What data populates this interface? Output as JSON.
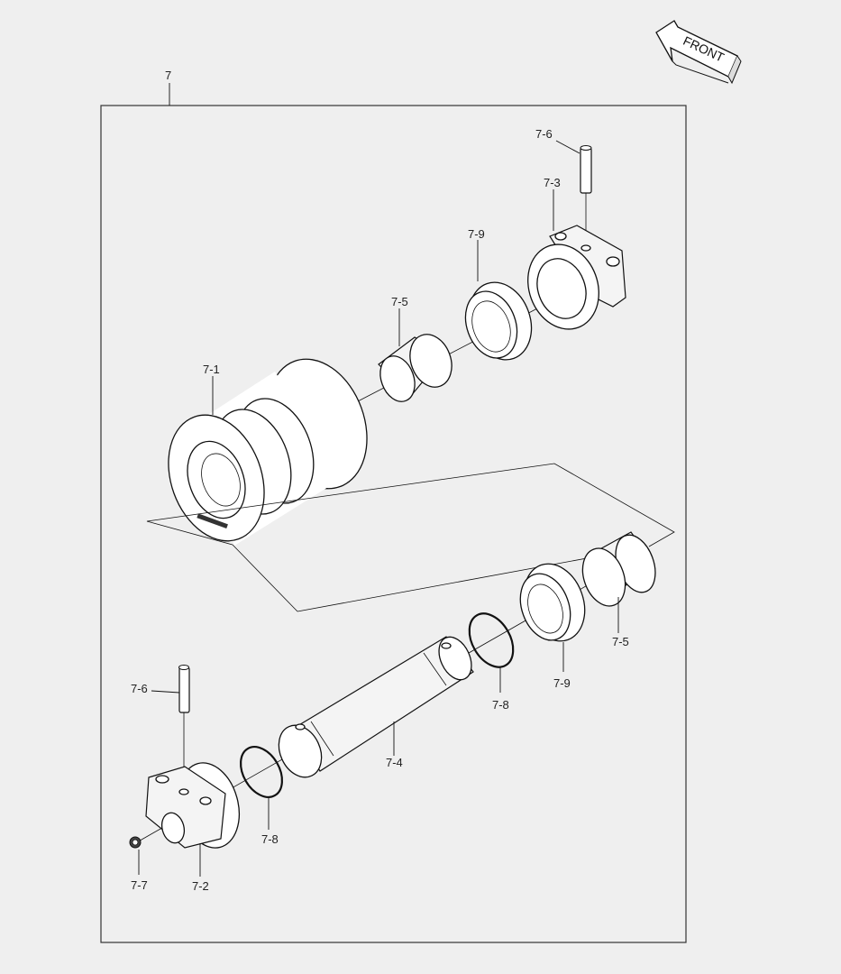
{
  "assembly_label": "7",
  "front_label": "FRONT",
  "parts": {
    "p7_1": "7-1",
    "p7_2": "7-2",
    "p7_3": "7-3",
    "p7_4": "7-4",
    "p7_5a": "7-5",
    "p7_5b": "7-5",
    "p7_6a": "7-6",
    "p7_6b": "7-6",
    "p7_7": "7-7",
    "p7_8a": "7-8",
    "p7_8b": "7-8",
    "p7_9a": "7-9",
    "p7_9b": "7-9"
  }
}
